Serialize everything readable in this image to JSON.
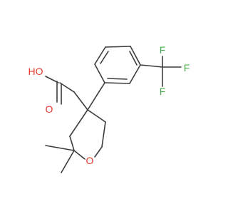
{
  "molecule": {
    "atom_labels": {
      "hydroxyl": "HO",
      "carbonyl_oxygen": "O",
      "ring_oxygen": "O",
      "fluorine_top": "F",
      "fluorine_right": "F",
      "fluorine_bottom": "F"
    },
    "colors": {
      "bond": "#3c3c3c",
      "oxygen": "#e8392f",
      "fluorine": "#4cb050"
    }
  }
}
